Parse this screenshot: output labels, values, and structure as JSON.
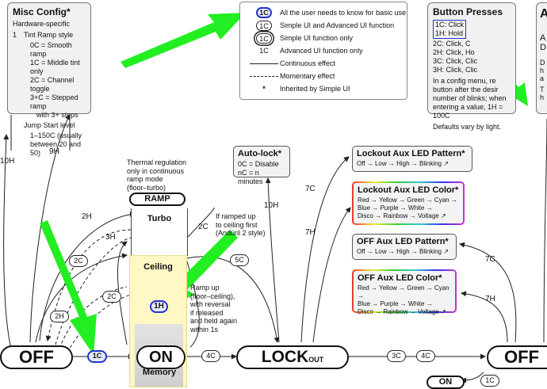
{
  "misc_config": {
    "title": "Misc Config*",
    "subtitle": "Hardware-specific",
    "item1_num": "1",
    "item1_title": "Tint Ramp style",
    "item1_lines": [
      "0C = Smooth ramp",
      "1C = Middle tint only",
      "2C = Channel toggle",
      "3+C = Stepped ramp",
      "with 3+ steps"
    ],
    "item2_title": "Jump Start level",
    "item2_lines": [
      "1–150C (usually",
      "between 20 and 50)"
    ]
  },
  "legend": {
    "rows": [
      {
        "symbol": "1C",
        "text": "All the user needs to know for basic use"
      },
      {
        "symbol": "1C",
        "text": "Simple UI and Advanced UI function"
      },
      {
        "symbol": "1C",
        "text": "Simple UI function only"
      },
      {
        "symbol": "1C",
        "text": "Advanced UI function only"
      },
      {
        "symbol": "",
        "text": "Continuous effect"
      },
      {
        "symbol": "",
        "text": "Momentary effect"
      },
      {
        "symbol": "*",
        "text": "Inherited by Simple UI"
      }
    ]
  },
  "button_presses": {
    "title": "Button Presses",
    "hl": [
      "1C: Click",
      "1H: Hold"
    ],
    "lines": [
      "2C: Click, C",
      "2H: Click, Ho",
      "3C: Click, Clic",
      "3H: Click, Clic"
    ],
    "para": [
      "In a config menu, re",
      "button after the desir",
      "number of blinks; when",
      "entering a value, 1H = 100C"
    ],
    "note": "Defaults vary by light."
  },
  "right_edge": {
    "big": "A",
    "lines": [
      "A",
      "D",
      "D",
      "h",
      "a",
      "T",
      "h"
    ]
  },
  "states": {
    "off": "OFF",
    "on": "ON",
    "lock": "LOCK",
    "lock_sub": "OUT",
    "off2": "OFF",
    "on2": "ON"
  },
  "ramp": {
    "thermal": [
      "Thermal regulation",
      "only in continuous",
      "ramp mode",
      "(floor–turbo)"
    ],
    "ramp_label": "RAMP",
    "turbo": "Turbo",
    "ceiling": "Ceiling",
    "memory": "Memory",
    "hold_note": [
      "Ramp up",
      "(floor–ceiling),",
      "with reversal",
      "if released",
      "and held again",
      "within 1s"
    ],
    "ramped_note": [
      "If ramped up",
      "to ceiling first",
      "(Andúril 2 style)"
    ]
  },
  "autolock": {
    "title": "Auto-lock*",
    "lines": [
      "0C = Disable",
      "nC = n minutes"
    ]
  },
  "aux_boxes": [
    {
      "title": "Lockout Aux LED Pattern*",
      "line": "Off → Low → High → Blinking ↗",
      "rainbow": false
    },
    {
      "title": "Lockout Aux LED Color*",
      "lines": [
        "Red → Yellow → Green → Cyan →",
        "Blue → Purple → White →",
        "Disco → Rainbow → Voltage ↗"
      ],
      "rainbow": true
    },
    {
      "title": "OFF Aux LED Pattern*",
      "line": "Off → Low → High → Blinking ↗",
      "rainbow": false
    },
    {
      "title": "OFF Aux LED Color*",
      "lines": [
        "Red → Yellow → Green → Cyan →",
        "Blue → Purple → White →",
        "Disco → Rainbow → Voltage ↗"
      ],
      "rainbow": true
    }
  ],
  "transitions": {
    "h10": "10H",
    "h9": "9H",
    "h2": "2H",
    "h3": "3H",
    "c2a": "2C",
    "c2b": "2C",
    "c2c": "2C",
    "h2b": "2H",
    "c1": "1C",
    "h1": "1H",
    "c4": "4C",
    "c5": "5C",
    "h10b": "10H",
    "c7a": "7C",
    "h7a": "7H",
    "c7b": "7C",
    "h7b": "7H",
    "c3": "3C",
    "c4b": "4C",
    "c1b": "1C"
  },
  "colors": {
    "accent_blue": "#2233cc",
    "arrow_green": "#22ee22",
    "ramp_fill": "#fff7c4"
  }
}
